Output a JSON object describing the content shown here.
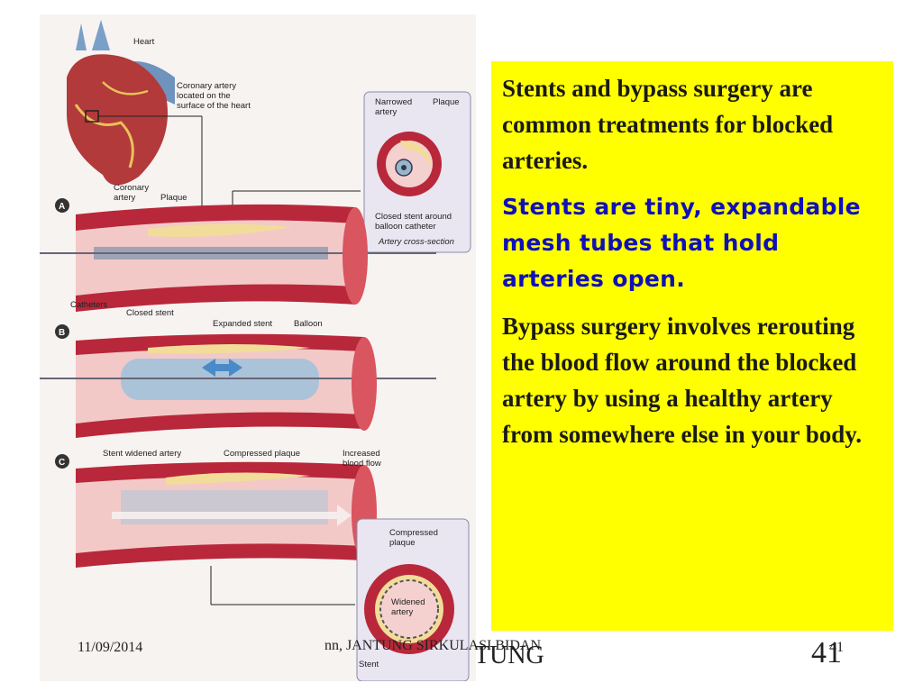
{
  "diagram": {
    "labels": {
      "heart": "Heart",
      "coronary_line1": "Coronary artery",
      "coronary_line2": "located on the",
      "coronary_line3": "surface of the heart",
      "narrowed_line1": "Narrowed",
      "narrowed_line2": "artery",
      "plaque_top": "Plaque",
      "closed_stent_line1": "Closed stent around",
      "closed_stent_line2": "balloon catheter",
      "cross_section": "Artery cross-section",
      "step_a": "A",
      "coronary_a_line1": "Coronary",
      "coronary_a_line2": "artery",
      "plaque_a": "Plaque",
      "catheters": "Catheters",
      "closed_stent": "Closed stent",
      "step_b": "B",
      "expanded_stent": "Expanded stent",
      "balloon": "Balloon",
      "step_c": "C",
      "stent_widened": "Stent widened artery",
      "compressed_plaque": "Compressed plaque",
      "increased_line1": "Increased",
      "increased_line2": "blood flow",
      "compressed_line1": "Compressed",
      "compressed_line2": "plaque",
      "widened_line1": "Widened",
      "widened_line2": "artery",
      "stent": "Stent"
    }
  },
  "callout": {
    "paragraph1": "Stents and bypass surgery are common treatments for blocked arteries.",
    "paragraph2": "Stents are tiny, expandable mesh tubes that hold arteries open.",
    "paragraph3": "Bypass surgery involves rerouting the blood flow around the blocked artery by using a healthy artery from somewhere else in your body."
  },
  "footer": {
    "date": "11/09/2014",
    "title": "nn, JANTUNG SIRKULASI,BIDAN",
    "slide_number": "41"
  },
  "background_text": {
    "word": "TUNG",
    "number": "41"
  },
  "colors": {
    "callout_background": "#ffff00",
    "highlight_text": "#1010b8",
    "artery_red": "#b8283a",
    "plaque_yellow": "#f2dc9a"
  }
}
